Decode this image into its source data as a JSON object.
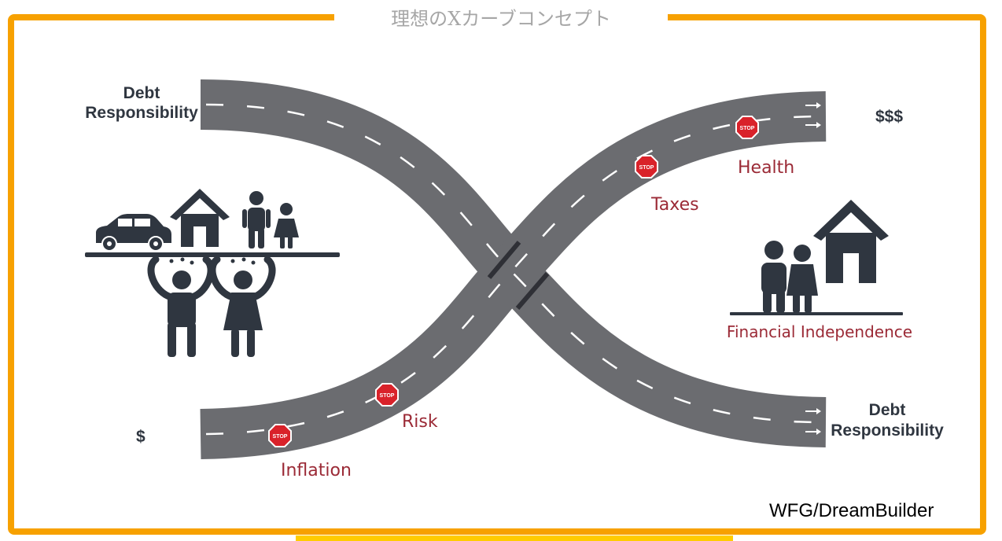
{
  "title": "理想のXカーブコンセプト",
  "labels": {
    "top_left": [
      "Debt",
      "Responsibility"
    ],
    "top_right": "$$$",
    "bottom_left": "$",
    "bottom_right": [
      "Debt",
      "Responsibility"
    ],
    "financial_independence": "Financial Independence",
    "credit": "WFG/DreamBuilder"
  },
  "obstacles": [
    {
      "label": "Inflation",
      "sign": "STOP"
    },
    {
      "label": "Risk",
      "sign": "STOP"
    },
    {
      "label": "Taxes",
      "sign": "STOP"
    },
    {
      "label": "Health",
      "sign": "STOP"
    }
  ],
  "colors": {
    "frame": "#f7a100",
    "road": "#6b6c70",
    "icon": "#2f3640",
    "red_label": "#9b2a36",
    "stop_sign": "#d9222a"
  },
  "icons": [
    "car-icon",
    "house-icon",
    "family-icon",
    "burdened-people-icon",
    "couple-icon",
    "home-icon",
    "stop-sign-icon",
    "arrow-icon"
  ]
}
